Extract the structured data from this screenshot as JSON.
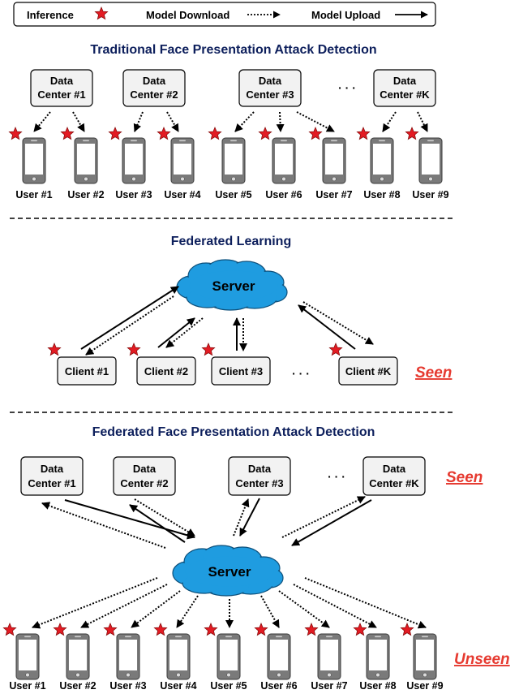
{
  "legend": {
    "inference": "Inference",
    "download": "Model Download",
    "upload": "Model Upload"
  },
  "sections": {
    "traditional": "Traditional Face Presentation Attack Detection",
    "federated": "Federated Learning",
    "federated_fpad": "Federated Face Presentation Attack Detection"
  },
  "data_centers": [
    {
      "line1": "Data",
      "line2": "Center #1"
    },
    {
      "line1": "Data",
      "line2": "Center #2"
    },
    {
      "line1": "Data",
      "line2": "Center #3"
    },
    {
      "line1": "Data",
      "line2": "Center #K"
    }
  ],
  "users": [
    "User #1",
    "User #2",
    "User #3",
    "User #4",
    "User #5",
    "User #6",
    "User #7",
    "User #8",
    "User #9"
  ],
  "clients": [
    "Client #1",
    "Client #2",
    "Client #3",
    "Client #K"
  ],
  "server": "Server",
  "ellipsis": "· · ·",
  "labels": {
    "seen": "Seen",
    "unseen": "Unseen"
  },
  "colors": {
    "box_fill": "#f2f2f2",
    "title": "#0d1f5c",
    "cloud": "#1f9ce0",
    "star": "#e31b23",
    "seen_red": "#e63a30"
  }
}
